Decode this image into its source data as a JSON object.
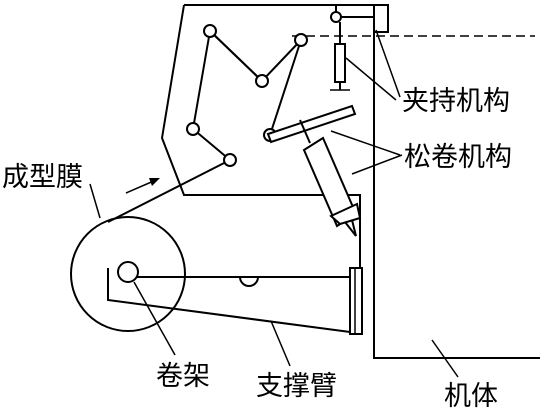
{
  "labels": {
    "clamp": "夹持机构",
    "unwind": "松卷机构",
    "film": "成型膜",
    "reel_stand": "卷架",
    "support_arm": "支撑臂",
    "body": "机体"
  }
}
